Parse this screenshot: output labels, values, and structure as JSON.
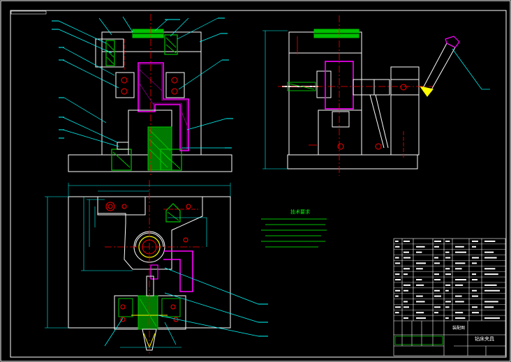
{
  "drawing": {
    "technical_requirements_title": "技术要求",
    "title_block": {
      "name": "钻床夹具",
      "stamp": "装配图"
    }
  },
  "colors": {
    "background": "#000000",
    "outline": "#ffffff",
    "leader": "#00ffff",
    "center_line": "#ff0000",
    "highlight": "#ff00ff",
    "section": "#00c000",
    "text": "#00ff00",
    "dimension": "#ffff00"
  }
}
